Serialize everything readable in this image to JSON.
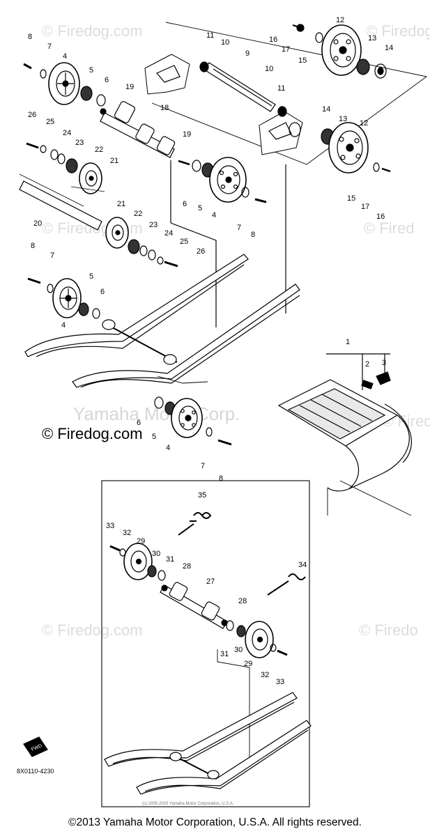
{
  "watermarks": {
    "firedog_corner": "© Firedog.com",
    "firedog_right": "© Firedog",
    "firedog_mid_right": "© Fired",
    "firedog_right_low": "© Firedo",
    "firedog_main": "© Firedog.com",
    "yamaha_faint": "Yamaha Motor Corp."
  },
  "callouts": [
    "1",
    "2",
    "3",
    "4",
    "5",
    "6",
    "7",
    "8",
    "9",
    "10",
    "11",
    "12",
    "13",
    "14",
    "15",
    "16",
    "17",
    "18",
    "19",
    "20",
    "21",
    "22",
    "23",
    "24",
    "25",
    "26",
    "27",
    "28",
    "29",
    "30",
    "31",
    "32",
    "33",
    "34",
    "35"
  ],
  "diagram_code": "8X0110-4230",
  "faint_copyright": "(c) 2005-2015 Yamaha Motor Corporation, U.S.A.",
  "footer": "©2013 Yamaha Motor Corporation, U.S.A. All rights reserved."
}
